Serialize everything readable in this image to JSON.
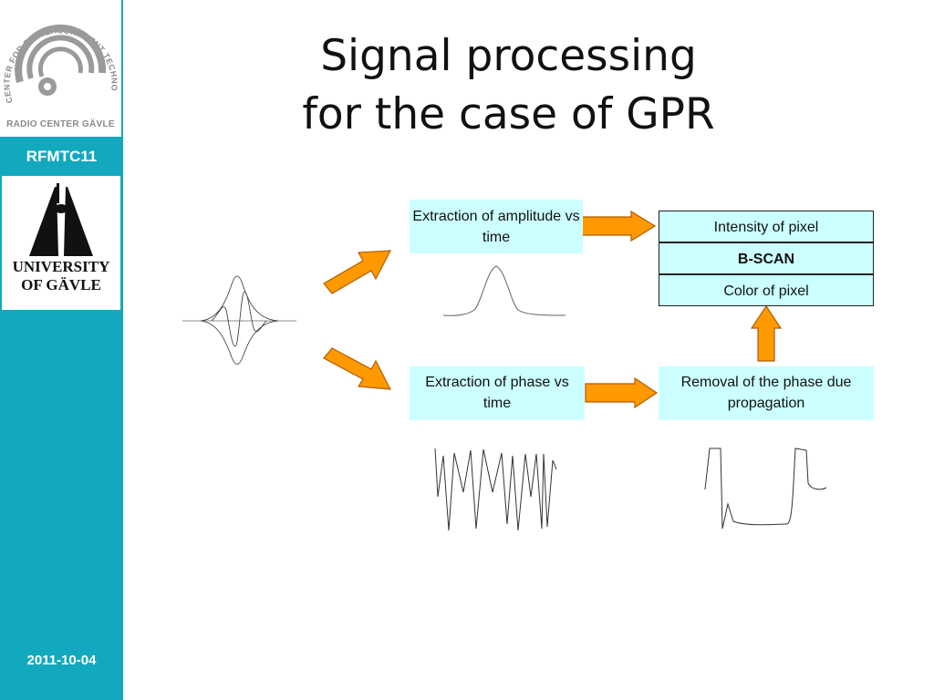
{
  "slide": {
    "title_line1": "Signal processing",
    "title_line2": "for the case of GPR"
  },
  "sidebar": {
    "logo_arc_text": "CENTER FOR RF MEASUREMENT TECHNOLOGY",
    "logo_bottom_text": "RADIO CENTER GÄVLE",
    "conference": "RFMTC11",
    "university_line1": "UNIVERSITY",
    "university_line2": "OF GÄVLE",
    "date": "2011-10-04"
  },
  "diagram": {
    "amplitude_box": "Extraction of amplitude vs time",
    "phase_box": "Extraction of phase vs time",
    "removal_box": "Removal of the phase due propagation",
    "intensity_box": "Intensity of pixel",
    "bscan_box": "B-SCAN",
    "color_box": "Color of pixel"
  },
  "colors": {
    "sidebar": "#12a9bf",
    "box_fill": "#ccffff",
    "arrow_fill": "#ff9900",
    "arrow_stroke": "#b35c00"
  }
}
